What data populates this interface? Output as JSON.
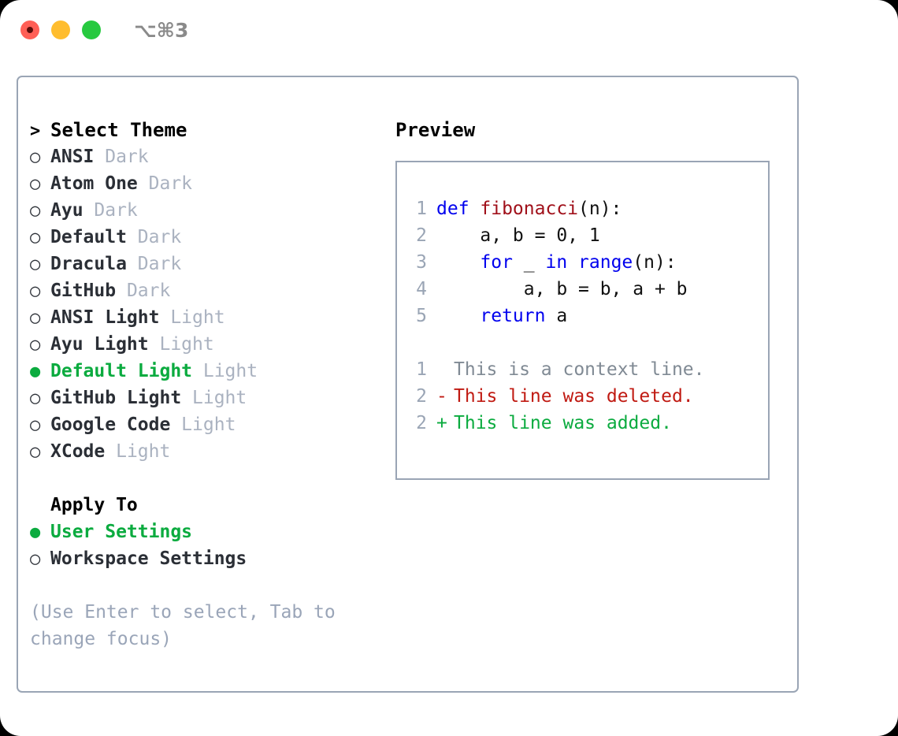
{
  "window": {
    "shortcut": "⌥⌘3",
    "dots": [
      "close-red",
      "minimize-yellow",
      "zoom-green"
    ]
  },
  "theme_panel": {
    "header_marker": ">",
    "header": "Select Theme",
    "unselected_marker": "○",
    "selected_marker": "●",
    "accent_color": "#0bab3f",
    "items": [
      {
        "name": "ANSI",
        "kind": "Dark",
        "selected": false
      },
      {
        "name": "Atom One",
        "kind": "Dark",
        "selected": false
      },
      {
        "name": "Ayu",
        "kind": "Dark",
        "selected": false
      },
      {
        "name": "Default",
        "kind": "Dark",
        "selected": false
      },
      {
        "name": "Dracula",
        "kind": "Dark",
        "selected": false
      },
      {
        "name": "GitHub",
        "kind": "Dark",
        "selected": false
      },
      {
        "name": "ANSI Light",
        "kind": "Light",
        "selected": false
      },
      {
        "name": "Ayu Light",
        "kind": "Light",
        "selected": false
      },
      {
        "name": "Default Light",
        "kind": "Light",
        "selected": true
      },
      {
        "name": "GitHub Light",
        "kind": "Light",
        "selected": false
      },
      {
        "name": "Google Code",
        "kind": "Light",
        "selected": false
      },
      {
        "name": "XCode",
        "kind": "Light",
        "selected": false
      }
    ]
  },
  "apply_to": {
    "title": "Apply To",
    "options": [
      {
        "label": "User Settings",
        "selected": true
      },
      {
        "label": "Workspace Settings",
        "selected": false
      }
    ]
  },
  "hint": "(Use Enter to select, Tab to change focus)",
  "preview": {
    "title": "Preview",
    "code_lines": [
      {
        "no": "1",
        "tokens": [
          {
            "t": "def ",
            "c": "kw"
          },
          {
            "t": "fibonacci",
            "c": "fn"
          },
          {
            "t": "(n):",
            "c": "txt"
          }
        ]
      },
      {
        "no": "2",
        "tokens": [
          {
            "t": "    a, b = 0, 1",
            "c": "txt"
          }
        ]
      },
      {
        "no": "3",
        "tokens": [
          {
            "t": "    ",
            "c": "txt"
          },
          {
            "t": "for",
            "c": "kw"
          },
          {
            "t": " _ ",
            "c": "txt"
          },
          {
            "t": "in range",
            "c": "kw"
          },
          {
            "t": "(n):",
            "c": "txt"
          }
        ]
      },
      {
        "no": "4",
        "tokens": [
          {
            "t": "        a, b = b, a + b",
            "c": "txt"
          }
        ]
      },
      {
        "no": "5",
        "tokens": [
          {
            "t": "    ",
            "c": "txt"
          },
          {
            "t": "return",
            "c": "kw"
          },
          {
            "t": " a",
            "c": "txt"
          }
        ]
      }
    ],
    "diff_lines": [
      {
        "no": "1",
        "sign": " ",
        "text": "This is a context line.",
        "kind": "context"
      },
      {
        "no": "2",
        "sign": "-",
        "text": "This line was deleted.",
        "kind": "del"
      },
      {
        "no": "2",
        "sign": "+",
        "text": "This line was added.",
        "kind": "add"
      }
    ]
  }
}
